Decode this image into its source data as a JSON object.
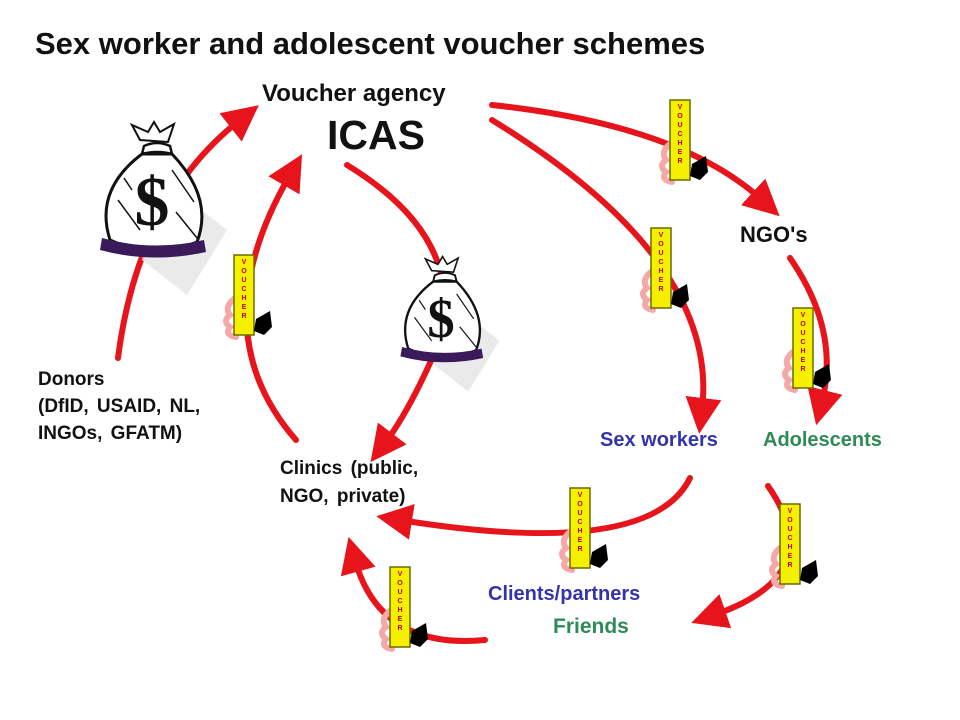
{
  "title": "Sex worker and adolescent voucher schemes",
  "agency": {
    "label": "Voucher agency",
    "name": "ICAS"
  },
  "ngos": "NGO's",
  "donors": {
    "line1": "Donors",
    "line2": "(DfID, USAID, NL,",
    "line3": "INGOs, GFATM)"
  },
  "clinics": {
    "line1": "Clinics (public,",
    "line2": "NGO, private)"
  },
  "sex_workers": "Sex workers",
  "adolescents": "Adolescents",
  "clients": "Clients/partners",
  "friends": "Friends",
  "voucher_text": "V O U C H E R",
  "money_symbol": "$",
  "colors": {
    "arrow": "#e8141c",
    "sex_workers": "#3333aa",
    "adolescents": "#2e8b57",
    "voucher": "#f5f000",
    "bag_base": "#3a1a5a"
  }
}
